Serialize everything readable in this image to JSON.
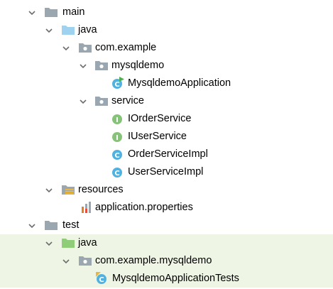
{
  "tree": {
    "main": {
      "label": "main",
      "icon": "folder-icon"
    },
    "main_java": {
      "label": "java",
      "icon": "source-folder-icon"
    },
    "pkg_com_example": {
      "label": "com.example",
      "icon": "package-icon"
    },
    "pkg_mysqldemo": {
      "label": "mysqldemo",
      "icon": "package-icon"
    },
    "mysqldemo_application": {
      "label": "MysqldemoApplication",
      "icon": "spring-boot-class-icon"
    },
    "pkg_service": {
      "label": "service",
      "icon": "package-icon"
    },
    "iorderservice": {
      "label": "IOrderService",
      "icon": "interface-icon"
    },
    "iuserservice": {
      "label": "IUserService",
      "icon": "interface-icon"
    },
    "orderserviceimpl": {
      "label": "OrderServiceImpl",
      "icon": "class-icon"
    },
    "userserviceimpl": {
      "label": "UserServiceImpl",
      "icon": "class-icon"
    },
    "resources": {
      "label": "resources",
      "icon": "resources-folder-icon"
    },
    "application_properties": {
      "label": "application.properties",
      "icon": "properties-file-icon"
    },
    "test": {
      "label": "test",
      "icon": "folder-icon"
    },
    "test_java": {
      "label": "java",
      "icon": "test-source-folder-icon"
    },
    "pkg_com_example_mysqldemo": {
      "label": "com.example.mysqldemo",
      "icon": "package-icon"
    },
    "mysqldemo_application_tests": {
      "label": "MysqldemoApplicationTests",
      "icon": "test-class-icon"
    }
  },
  "colors": {
    "folder": "#9aa7b0",
    "source_folder": "#9fd2ef",
    "test_source_folder": "#8fcd79",
    "interface_badge": "#87c27a",
    "class_badge": "#50b2e0",
    "test_row_background": "#eef5e4",
    "arrow": "#6e6e6e"
  },
  "glyphs": {
    "interface_letter": "I",
    "class_letter": "C"
  }
}
